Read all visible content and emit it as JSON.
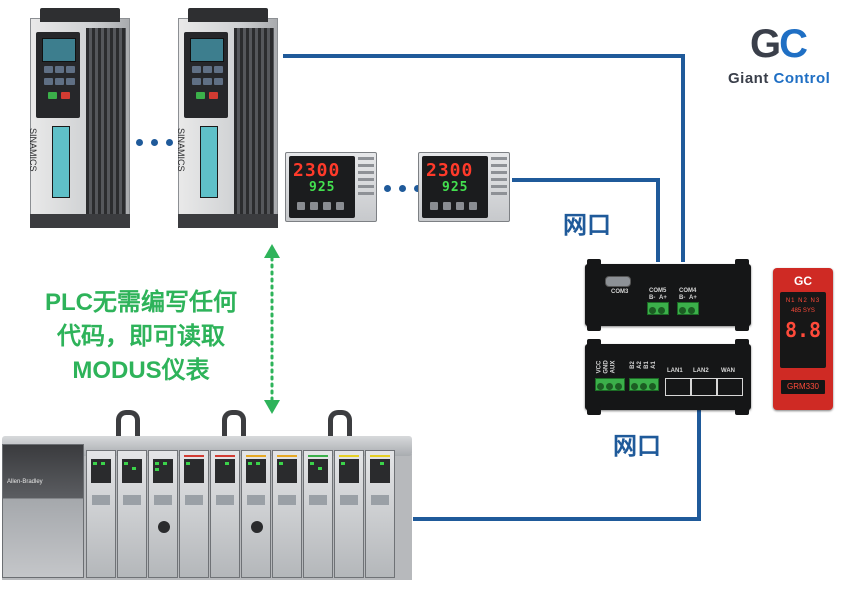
{
  "logo": {
    "mark_g": "G",
    "mark_c": "C",
    "name_giant": "Giant",
    "name_control": "Control",
    "accent": "#1f6fc4",
    "dark": "#3a3f4a"
  },
  "labels": {
    "network_top": "网口",
    "network_bottom": "网口",
    "note_lines": [
      "PLC无需编写任何",
      "代码，即可读取",
      "MODUS仪表"
    ]
  },
  "devices": {
    "drive": {
      "brand": "SINAMICS"
    },
    "temp_controller": {
      "pv": "2300",
      "sv": "925"
    },
    "gateway_upper": {
      "ports": [
        "COM3",
        "COM5",
        "COM4"
      ],
      "pins": [
        "B-",
        "A+",
        "B-",
        "A+"
      ]
    },
    "gateway_lower": {
      "terminal_labels": [
        "VCC",
        "GND",
        "AUX",
        "B2",
        "A2",
        "B1",
        "A1"
      ],
      "ports": [
        "LAN1",
        "LAN2",
        "WAN"
      ]
    },
    "display_module": {
      "title": "GC",
      "indicators": [
        "N1",
        "N2",
        "N3"
      ],
      "sub": [
        "485",
        "SYS"
      ],
      "digits": "8.8",
      "model": "GRM330"
    },
    "plc": {
      "brand": "Allen-Bradley"
    }
  },
  "colors": {
    "wire": "#1f5a9a",
    "note": "#2eb35a",
    "red_module": "#cf2a24"
  }
}
